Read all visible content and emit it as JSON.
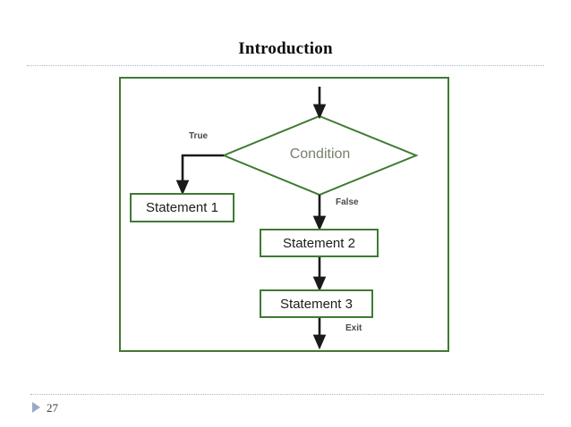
{
  "slide": {
    "title": "Introduction",
    "page_number": "27",
    "bullet_icon": "triangle-right-icon"
  },
  "colors": {
    "shape_border_green": "#3f7a33",
    "condition_text": "#76806b",
    "arrow_black": "#1a1a1a",
    "rule_dotted": "#aab4cc",
    "footer_bullet": "#9aa9c4",
    "title_text": "#0d0d0d"
  },
  "flowchart": {
    "decision": {
      "label": "Condition",
      "shape": "diamond"
    },
    "edge_labels": {
      "true": "True",
      "false": "False",
      "exit": "Exit"
    },
    "processes": [
      {
        "label": "Statement 1"
      },
      {
        "label": "Statement 2"
      },
      {
        "label": "Statement 3"
      }
    ]
  }
}
